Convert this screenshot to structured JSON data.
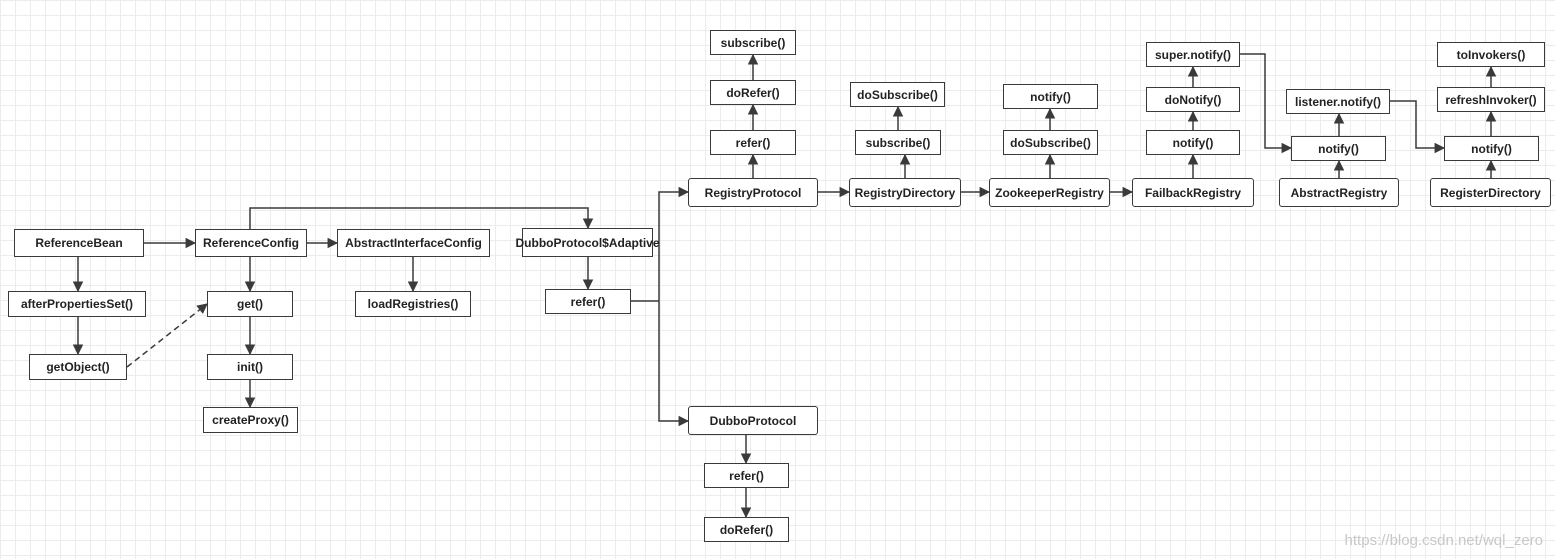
{
  "nodes": {
    "reference_bean": "ReferenceBean",
    "after_properties_set": "afterPropertiesSet()",
    "get_object": "getObject()",
    "reference_config": "ReferenceConfig",
    "get": "get()",
    "init": "init()",
    "create_proxy": "createProxy()",
    "abstract_interface_config": "AbstractInterfaceConfig",
    "load_registries": "loadRegistries()",
    "dubbo_protocol_adaptive": "DubboProtocol$Adaptive",
    "adaptive_refer": "refer()",
    "registry_protocol": "RegistryProtocol",
    "rp_refer": "refer()",
    "rp_do_refer": "doRefer()",
    "rp_subscribe": "subscribe()",
    "registry_directory": "RegistryDirectory",
    "rd_subscribe": "subscribe()",
    "rd_do_subscribe": "doSubscribe()",
    "zookeeper_registry": "ZookeeperRegistry",
    "zk_do_subscribe": "doSubscribe()",
    "zk_notify": "notify()",
    "failback_registry": "FailbackRegistry",
    "fb_notify": "notify()",
    "fb_do_notify": "doNotify()",
    "fb_super_notify": "super.notify()",
    "abstract_registry": "AbstractRegistry",
    "ar_notify": "notify()",
    "ar_listener_notify": "listener.notify()",
    "register_directory": "RegisterDirectory",
    "rgd_notify": "notify()",
    "rgd_refresh_invoker": "refreshInvoker()",
    "rgd_to_invokers": "toInvokers()",
    "dubbo_protocol": "DubboProtocol",
    "dp_refer": "refer()",
    "dp_do_refer": "doRefer()"
  },
  "watermark": "https://blog.csdn.net/wql_zero"
}
